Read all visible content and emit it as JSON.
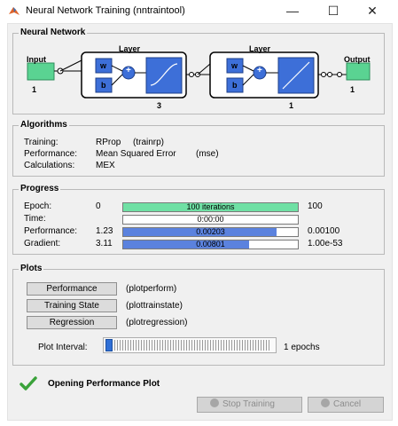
{
  "window": {
    "title": "Neural Network Training (nntraintool)",
    "controls": {
      "minimize": "—",
      "maximize": "☐",
      "close": "✕"
    }
  },
  "network": {
    "title": "Neural Network",
    "input_label": "Input",
    "input_size": "1",
    "hidden_layer": {
      "label": "Layer",
      "weight": "w",
      "bias": "b",
      "size": "3"
    },
    "output_layer": {
      "label": "Layer",
      "weight": "w",
      "bias": "b",
      "size": "1"
    },
    "output_label": "Output",
    "output_size": "1",
    "sum_symbol": "+"
  },
  "algorithms": {
    "title": "Algorithms",
    "rows": [
      {
        "label": "Training:",
        "value": "RProp",
        "detail": "(trainrp)"
      },
      {
        "label": "Performance:",
        "value": "Mean Squared Error",
        "detail": "(mse)"
      },
      {
        "label": "Calculations:",
        "value": "MEX",
        "detail": ""
      }
    ]
  },
  "progress": {
    "title": "Progress",
    "rows": [
      {
        "label": "Epoch:",
        "start": "0",
        "bar_text": "100 iterations",
        "end": "100",
        "fill": 1.0,
        "color": "#6fe0a4"
      },
      {
        "label": "Time:",
        "start": "",
        "bar_text": "0:00:00",
        "end": "",
        "fill": 0.0,
        "color": "#ffffff"
      },
      {
        "label": "Performance:",
        "start": "1.23",
        "bar_text": "0.00203",
        "end": "0.00100",
        "fill": 0.88,
        "color": "#5b82de"
      },
      {
        "label": "Gradient:",
        "start": "3.11",
        "bar_text": "0.00801",
        "end": "1.00e-53",
        "fill": 0.72,
        "color": "#5b82de"
      }
    ]
  },
  "plots": {
    "title": "Plots",
    "buttons": [
      {
        "label": "Performance",
        "fn": "(plotperform)"
      },
      {
        "label": "Training State",
        "fn": "(plottrainstate)"
      },
      {
        "label": "Regression",
        "fn": "(plotregression)"
      }
    ],
    "interval_label": "Plot Interval:",
    "interval_value": "1 epochs",
    "interval_fraction": 0.0
  },
  "status": {
    "text": "Opening Performance Plot",
    "icon": "checkmark-icon",
    "color": "#3aa23a"
  },
  "actions": {
    "stop": "Stop Training",
    "cancel": "Cancel"
  }
}
